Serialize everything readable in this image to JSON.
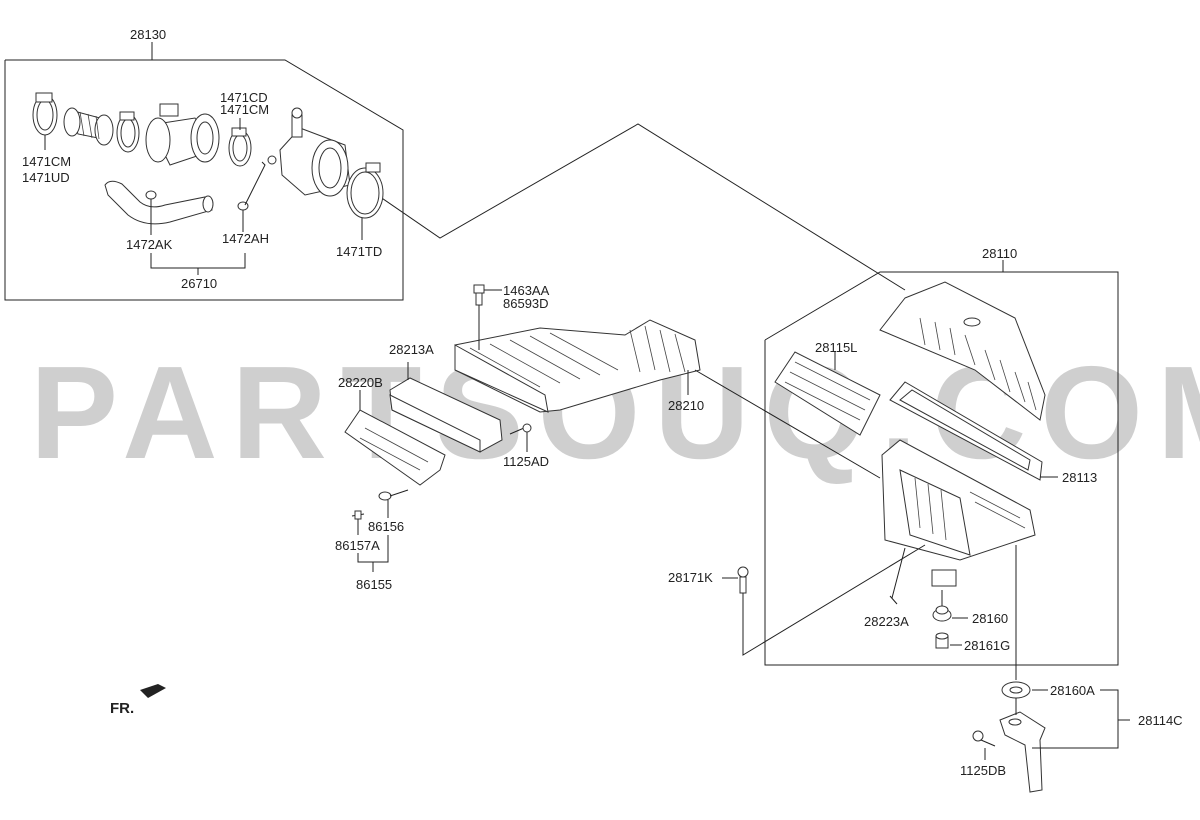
{
  "watermark": "PARTSOUQ.COM",
  "orientation": "FR.",
  "labels": {
    "l28130": "28130",
    "l1471CD": "1471CD",
    "l1471CM_top": "1471CM",
    "l1471CM": "1471CM",
    "l1471UD": "1471UD",
    "l1472AK": "1472AK",
    "l1472AH": "1472AH",
    "l1471TD": "1471TD",
    "l26710": "26710",
    "l1463AA": "1463AA",
    "l86593D": "86593D",
    "l28213A": "28213A",
    "l28220B": "28220B",
    "l28210": "28210",
    "l1125AD": "1125AD",
    "l86156": "86156",
    "l86157A": "86157A",
    "l86155": "86155",
    "l28110": "28110",
    "l28115L": "28115L",
    "l28113": "28113",
    "l28171K": "28171K",
    "l28223A": "28223A",
    "l28160": "28160",
    "l28161G": "28161G",
    "l28160A": "28160A",
    "l28114C": "28114C",
    "l1125DB": "1125DB"
  }
}
